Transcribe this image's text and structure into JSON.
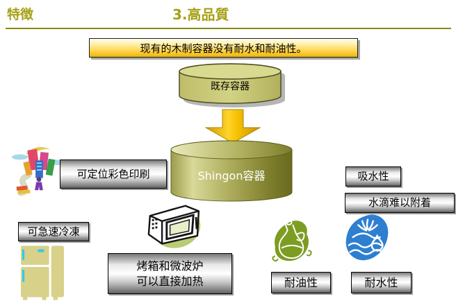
{
  "header": {
    "page_label": "特徴",
    "title": "3.高品質"
  },
  "banner": {
    "text": "现有的木制容器没有耐水和耐油性。"
  },
  "diagram": {
    "existing_container": "既存容器",
    "shingon_container": "Shingon容器"
  },
  "labels": {
    "color_print": "可定位彩色印刷",
    "quick_freeze": "可急速冷凍",
    "oven_microwave_line1": "烤箱和微波炉",
    "oven_microwave_line2": "可以直接加热",
    "water_absorption": "吸水性",
    "droplet_resist": "水滴难以附着",
    "oil_resistance": "耐油性",
    "water_resistance": "耐水性"
  },
  "icons": {
    "color_print_clipart": "colorful-city-clipart",
    "refrigerator": "refrigerator-icon",
    "microwave": "microwave-icon",
    "oil_bottle": "oil-cruet-icon",
    "water_splash": "water-splash-icon",
    "down_arrow": "down-arrow"
  },
  "colors": {
    "title_olive": "#a6a117",
    "rule_olive": "#8a8a10",
    "banner_gold": "#edb600",
    "cylinder_khaki": "#c9c979",
    "shingon_olive": "#8f8f3c",
    "arrow_gold": "#ffd429",
    "metal_gray": "#787878",
    "oil_green": "#7d9c22",
    "water_blue": "#2e7fd0"
  }
}
